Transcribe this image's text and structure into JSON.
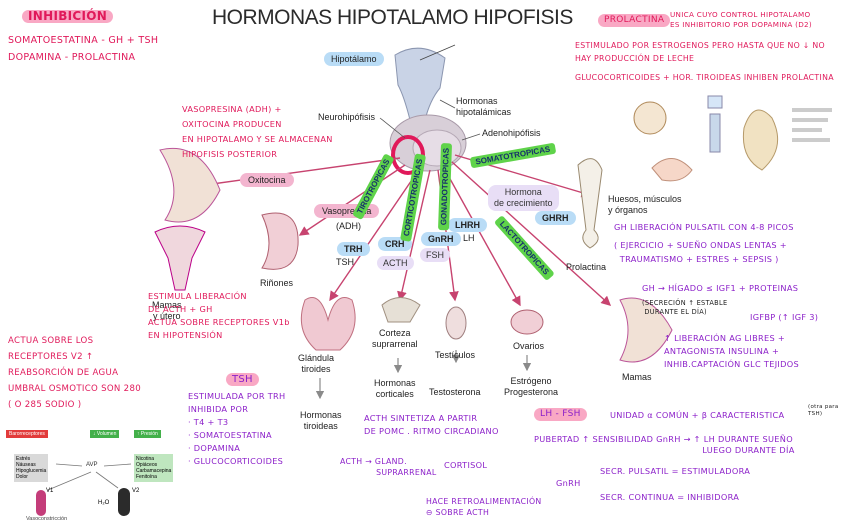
{
  "title": "HORMONAS HIPOTALAMO HIPOFISIS",
  "inhibicion": {
    "heading": "INHIBICIÓN",
    "line1": "SOMATOESTATINA - GH + TSH",
    "line2": "DOPAMINA - PROLACTINA"
  },
  "prolactina_note": {
    "heading": "PROLACTINA",
    "line1": "UNICA CUYO CONTROL HIPOTALAMO",
    "line2": "ES INHIBITORIO POR DOPAMINA (D2)",
    "line3": "ESTIMULADO POR ESTROGENOS PERO HASTA QUE NO ↓ NO",
    "line4": "HAY PRODUCCIÓN DE LECHE",
    "line5": "GLUCOCORTICOIDES + HOR. TIROIDEAS INHIBEN PROLACTINA"
  },
  "diagram": {
    "hipotalamo": "Hipotálamo",
    "hormonas_hipotalamicas": "Hormonas\nhipotalámicas",
    "neurohipofisis": "Neurohipófisis",
    "adenohipofisis": "Adenohipófisis",
    "oxitocina": "Oxitocina",
    "vasopresina": "Vasopresina",
    "adh": "(ADH)",
    "mamas_utero": "Mamas\ny útero",
    "rinones": "Riñones",
    "trh": "TRH",
    "tsh": "TSH",
    "crh": "CRH",
    "acth": "ACTH",
    "gnrh": "GnRH",
    "fsh": "FSH",
    "lhrh": "LHRH",
    "lh": "LH",
    "tirotropicas": "TIROTROPICAS",
    "corticotropicas": "CORTICOTROPICAS",
    "gonadotropicas": "GONADOTROPICAS",
    "somatotropicas": "SOMATOTROPICAS",
    "lactotropicas": "LACTOTROPICAS",
    "hormona_crecimiento": "Hormona\nde crecimiento",
    "ghrh": "GHRH",
    "prolactina": "Prolactina",
    "huesos": "Huesos, músculos\ny órganos",
    "glandula_tiroides": "Glándula\ntiroides",
    "hormonas_tiroideas": "Hormonas\ntiroideas",
    "corteza": "Corteza\nsuprarrenal",
    "hormonas_corticales": "Hormonas\ncorticales",
    "testiculos": "Testículos",
    "testosterona": "Testosterona",
    "ovarios": "Ovarios",
    "estrogeno": "Estrógeno\nProgesterona",
    "mamas": "Mamas"
  },
  "notes": {
    "vasopresina": "VASOPRESINA (ADH) +\nOXITOCINA PRODUCEN\nEN HIPOTALAMO Y SE ALMACENAN\nHIPOFISIS POSTERIOR",
    "estimula": "ESTIMULA LIBERACIÓN\nDE ACTH + GH\nACTUA SOBRE RECEPTORES V1b\nEN HIPOTENSIÓN",
    "actua_v2": "ACTUA SOBRE LOS\nRECEPTORES V2 ↑\nREABSORCIÓN DE AGUA\nUMBRAL OSMOTICO SON 280\n( O 285 SODIO )",
    "tsh_heading": "TSH",
    "tsh_body": "ESTIMULADA POR TRH\nINHIBIDA POR\n· T4 + T3\n· SOMATOESTATINA\n· DOPAMINA\n· GLUCOCORTICOIDES",
    "acth_heading": "ACTH SINTETIZA A PARTIR\nDE POMC . RITMO CIRCADIANO",
    "acth_flow1": "ACTH → GLAND.\n             SUPRARRENAL",
    "acth_cortisol": "CORTISOL",
    "acth_retro": "HACE RETROALIMENTACIÓN\n⊖ SOBRE ACTH",
    "gh_heading": "GH LIBERACIÓN PULSATIL CON 4-8 PICOS",
    "gh_body": "( EJERCICIO + SUEÑO ONDAS LENTAS +\n  TRAUMATISMO + ESTRES + SEPSIS )",
    "gh_higado": "GH → HÍGADO ≤ IGF1 + PROTEINAS",
    "gh_secrecion": "(SECRECIÓN ↑ ESTABLE\n DURANTE EL DÍA)",
    "igfbp": "IGFBP (↑ IGF 3)",
    "gh_lib": "↑ LIBERACIÓN AG LIBRES +\nANTAGONISTA INSULINA +\nINHIB.CAPTACIÓN GLC TEJIDOS",
    "lhfsh_heading": "LH - FSH",
    "lhfsh_text": "UNIDAD α COMÚN + β CARACTERISTICA",
    "lhfsh_small": "(otra para\nTSH)",
    "pubertad": "PUBERTAD ↑ SENSIBILIDAD GnRH → ↑ LH DURANTE SUEÑO\n                                                          LUEGO DURANTE DÍA",
    "gnrh_label": "GnRH",
    "secr_pulsatil": "SECR. PULSATIL = ESTIMULADORA",
    "secr_continua": "SECR. CONTINUA = INHIBIDORA"
  },
  "mini_left": {
    "tag1": "Barorreceptores",
    "tag2": "↓ Volumen",
    "tag3": "↑ Presión",
    "left_box": "Estrés\nNáuseas\nHipoglucemia\nDolor",
    "right_box": "Nicotina\nOpiáceos\nCarbamacepina\nFenitoína",
    "avp": "AVP",
    "v1": "V1",
    "v2": "V2",
    "h2o": "H₂O",
    "caption": "Vasoconstricción"
  },
  "colors": {
    "accent_pink": "#e0195a",
    "ink_purple": "#8b1fc9",
    "highlight_green": "#5fd34a",
    "highlight_pink": "#f9a8c4"
  }
}
